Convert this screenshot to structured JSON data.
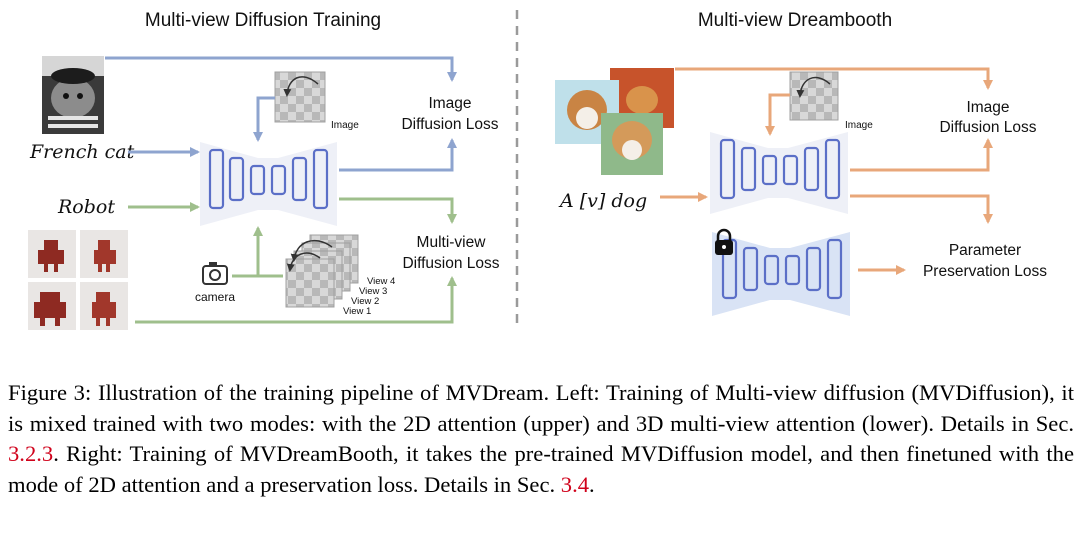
{
  "left": {
    "title": "Multi-view Diffusion Training",
    "image_label": "Image",
    "image_loss_line1": "Image",
    "image_loss_line2": "Diffusion Loss",
    "mv_loss_line1": "Multi-view",
    "mv_loss_line2": "Diffusion Loss",
    "prompt_top": "French cat",
    "prompt_bottom": "Robot",
    "camera_label": "camera",
    "views": [
      "View 4",
      "View 3",
      "View 2",
      "View 1"
    ]
  },
  "right": {
    "title": "Multi-view Dreambooth",
    "image_label": "Image",
    "image_loss_line1": "Image",
    "image_loss_line2": "Diffusion Loss",
    "prompt": "A [v] dog",
    "param_loss_line1": "Parameter",
    "param_loss_line2": "Preservation Loss"
  },
  "caption": {
    "part1": "Figure 3: Illustration of the training pipeline of MVDream. Left: Training of Multi-view diffusion (MVDiffusion), it is mixed trained with two modes: with the 2D attention (upper) and 3D multi-view attention (lower). Details in Sec. ",
    "ref1": "3.2.3",
    "part2": ". Right: Training of MVDreamBooth, it takes the pre-trained MVDiffusion model, and then finetuned with the mode of 2D attention and a preservation loss. Details in Sec. ",
    "ref2": "3.4",
    "part3": "."
  },
  "colors": {
    "blue_arrow": "#8ea4cf",
    "green_arrow": "#9fbf8c",
    "orange_arrow": "#e8a77a",
    "unet_fill": "#eef0f7",
    "unet_box": "#5b6fc7",
    "frozen_fill": "#d9e3f5",
    "ref_red": "#d0021b"
  }
}
